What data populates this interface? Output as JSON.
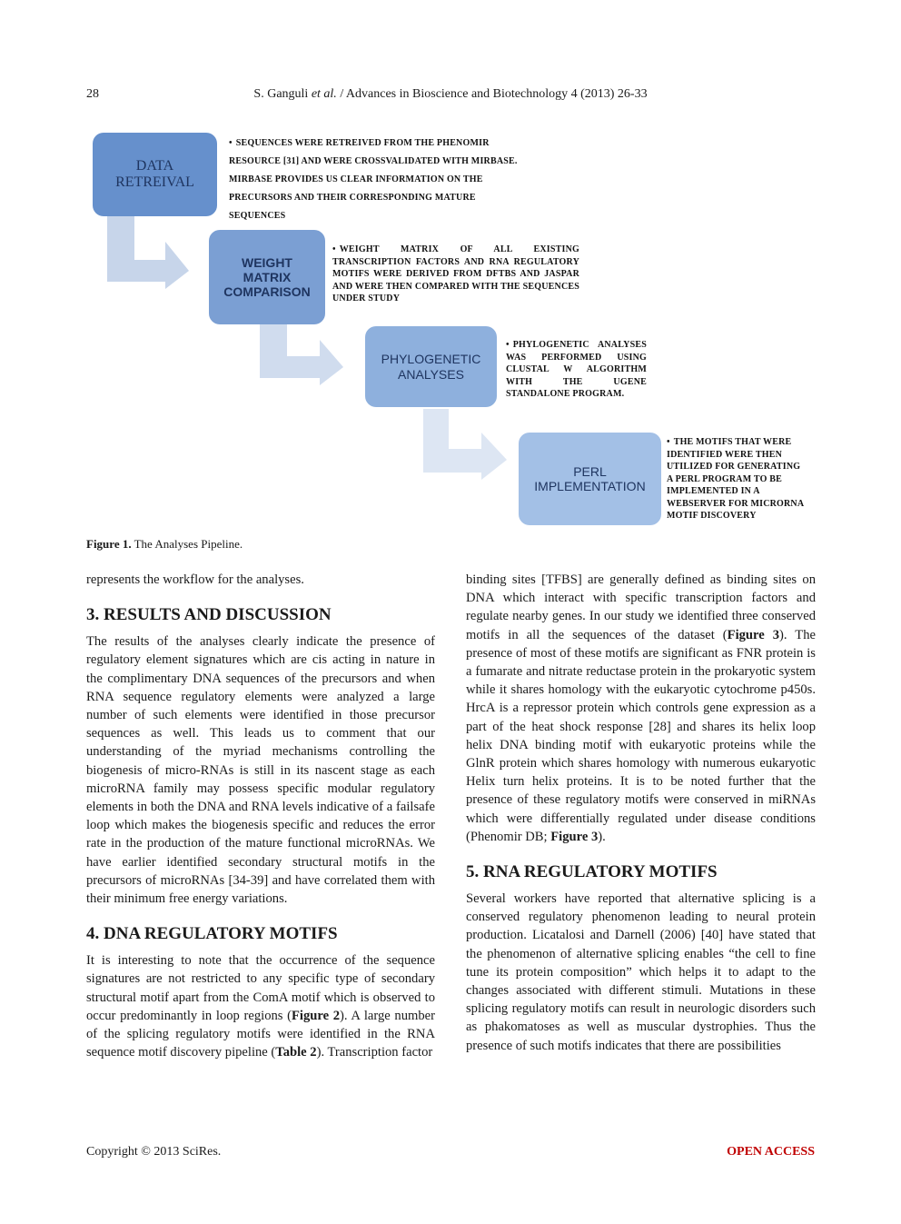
{
  "header": {
    "page_number": "28",
    "authors_pre": "S. Ganguli ",
    "authors_etal": "et al.",
    "journal": " / Advances in Bioscience and Biotechnology 4 (2013) 26-33"
  },
  "figure": {
    "boxes": [
      {
        "lines": [
          "DATA",
          "RETREIVAL"
        ]
      },
      {
        "lines": [
          "WEIGHT",
          "MATRIX",
          "COMPARISON"
        ]
      },
      {
        "lines": [
          "PHYLOGENETIC",
          "ANALYSES"
        ]
      },
      {
        "lines": [
          "PERL",
          "IMPLEMENTATION"
        ]
      }
    ],
    "bullets": [
      {
        "lines": [
          "SEQUENCES WERE RETREIVED FROM THE PHENOMIR",
          "RESOURCE [31] AND WERE CROSSVALIDATED WITH MIRBASE.",
          "MIRBASE PROVIDES US CLEAR INFORMATION ON THE",
          "PRECURSORS AND THEIR CORRESPONDING MATURE",
          "SEQUENCES"
        ]
      },
      {
        "text": "WEIGHT MATRIX OF ALL EXISTING TRANSCRIPTION FACTORS AND RNA REGULATORY MOTIFS WERE DERIVED FROM DFTBS AND JASPAR AND WERE THEN COMPARED WITH THE SEQUENCES UNDER STUDY"
      },
      {
        "text": "PHYLOGENETIC ANALYSES WAS PERFORMED USING CLUSTAL W ALGORITHM WITH THE UGENE STANDALONE PROGRAM."
      },
      {
        "lines": [
          "THE MOTIFS THAT WERE",
          "IDENTIFIED WERE THEN",
          "UTILIZED FOR GENERATING",
          "A PERL PROGRAM TO BE",
          "IMPLEMENTED IN A",
          "WEBSERVER FOR MICRORNA",
          "MOTIF DISCOVERY"
        ]
      }
    ],
    "bullet_mark": "•",
    "caption_label": "Figure 1.",
    "caption_text": " The Analyses Pipeline."
  },
  "left_column": {
    "intro": "represents the workflow for the analyses.",
    "sec3_title": "3. RESULTS AND DISCUSSION",
    "sec3_text": "The results of the analyses clearly indicate the presence of regulatory element signatures which are cis acting in nature in the complimentary DNA sequences of the precursors and when RNA sequence regulatory elements were analyzed a large number of such elements were identified in those precursor sequences as well. This leads us to comment that our understanding of the myriad mechanisms controlling the biogenesis of micro-RNAs is still in its nascent stage as each microRNA family may possess specific modular regulatory elements in both the DNA and RNA levels indicative of a failsafe loop which makes the biogenesis specific and reduces the error rate in the production of the mature functional microRNAs. We have earlier identified secondary structural motifs in the precursors of microRNAs [34-39] and have correlated them with their minimum free energy variations.",
    "sec4_title": "4. DNA REGULATORY MOTIFS",
    "sec4_a": "It is interesting to note that the occurrence of the sequence signatures are not restricted to any specific type of secondary structural motif apart from the ComA motif which is observed to occur predominantly in loop regions (",
    "sec4_fig": "Figure 2",
    "sec4_b": "). A large number of the splicing regulatory motifs were identified in the RNA sequence motif discovery pipeline (",
    "sec4_tab": "Table 2",
    "sec4_c": "). Transcription factor"
  },
  "right_column": {
    "cont_a": "binding sites [TFBS] are generally defined as binding sites on DNA which interact with specific transcription factors and regulate nearby genes. In our study we identified three conserved motifs in all the sequences of the dataset (",
    "cont_fig": "Figure 3",
    "cont_b": "). The presence of most of these motifs are significant as FNR protein is a fumarate and nitrate reductase protein in the prokaryotic system while it shares homology with the eukaryotic cytochrome p450s. HrcA is a repressor protein which controls gene expression as a part of the heat shock response [28] and shares its helix loop helix DNA binding motif with eukaryotic proteins while the GlnR protein which shares homology with numerous eukaryotic Helix turn helix proteins. It is to be noted further that the presence of these regulatory motifs were conserved in miRNAs which were differentially regulated under disease conditions (Phenomir DB; ",
    "cont_fig2": "Figure 3",
    "cont_c": ").",
    "sec5_title": "5. RNA REGULATORY MOTIFS",
    "sec5_text": "Several workers have reported that alternative splicing is a conserved regulatory phenomenon leading to neural protein production. Licatalosi and Darnell (2006) [40] have stated that the phenomenon of alternative splicing enables “the cell to fine tune its protein composition” which helps it to adapt to the changes associated with different stimuli. Mutations in these splicing regulatory motifs can result in neurologic disorders such as phakomatoses as well as muscular dystrophies. Thus the presence of such motifs indicates that there are possibilities"
  },
  "footer": {
    "copyright": "Copyright © 2013 SciRes.",
    "open_access": "OPEN ACCESS"
  },
  "colors": {
    "box1": "#6690cc",
    "box2": "#7b9fd3",
    "box3": "#8eb0dd",
    "box4": "#a3c0e6",
    "arrow": "#c7d5ea",
    "open_access": "#c00000"
  }
}
